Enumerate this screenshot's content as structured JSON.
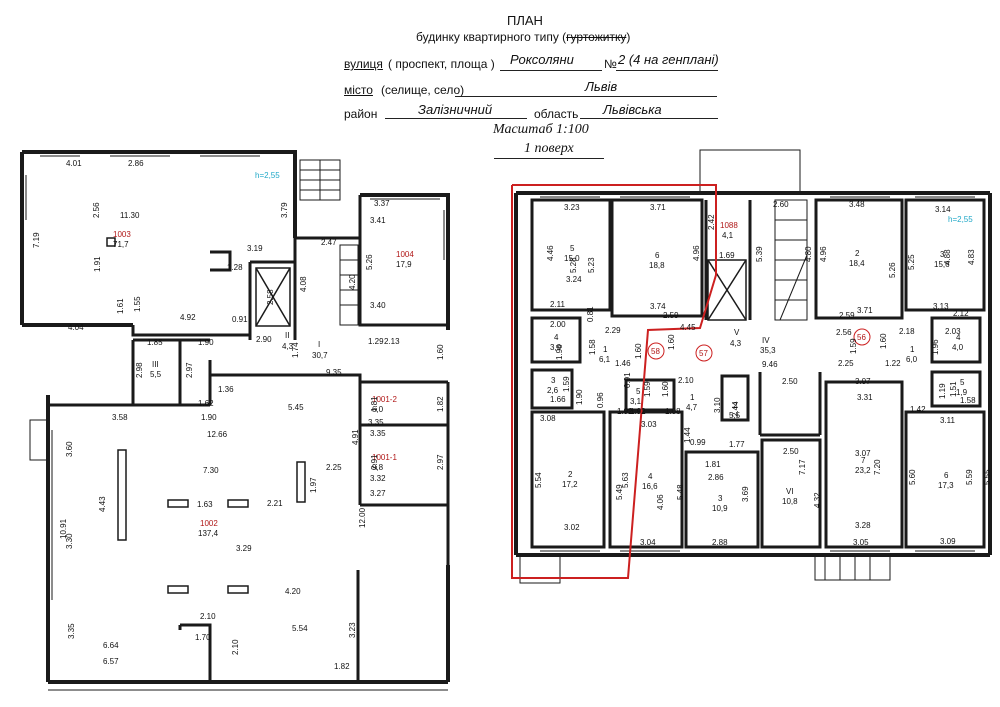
{
  "header": {
    "title": "ПЛАН",
    "subtitle_prefix": "будинку квартирного типу (",
    "subtitle_struck": "гуртожитку",
    "subtitle_suffix": ")",
    "street_label": "вулиця",
    "street_hint": "( проспект, площа )",
    "street_value": "Роксоляни",
    "number_label": "№",
    "number_value": "2 (4 на генплані)",
    "city_label": "місто",
    "city_hint": "(селище, село)",
    "city_value": "Львів",
    "district_label": "район",
    "district_value": "Залізничний",
    "region_label": "область",
    "region_value": "Львівська",
    "scale": "Масштаб 1:100",
    "floor": "1 поверх"
  },
  "left_plan": {
    "rooms": [
      {
        "id": "1003",
        "area": "71,7"
      },
      {
        "id": "1004",
        "area": "17,9"
      },
      {
        "id": "1001-2",
        "area": "6,0"
      },
      {
        "id": "1001-1",
        "area": "9,8"
      },
      {
        "id": "1002",
        "area": "137,4"
      },
      {
        "id": "I",
        "area": "30,7"
      },
      {
        "id": "II",
        "area": "4,3"
      },
      {
        "id": "III",
        "area": "5,5"
      }
    ],
    "height_note": "h=2,55",
    "dims": [
      "4.01",
      "2.86",
      "2.56",
      "11.30",
      "3.79",
      "7.19",
      "1.91",
      "3.19",
      "1.28",
      "1.61",
      "1.55",
      "2.58",
      "4.04",
      "4.92",
      "0.91",
      "2.47",
      "3.37",
      "3.41",
      "5.26",
      "3.40",
      "4.08",
      "4.20",
      "2.90",
      "1.74",
      "1.29",
      "2.13",
      "1.60",
      "1.85",
      "1.90",
      "2.98",
      "2.97",
      "9.35",
      "1.36",
      "1.62",
      "3.58",
      "1.90",
      "1.81",
      "1.82",
      "3.35",
      "5.45",
      "12.66",
      "4.91",
      "3.35",
      "2.91",
      "2.97",
      "3.32",
      "3.27",
      "3.60",
      "7.30",
      "2.25",
      "4.43",
      "1.97",
      "10.91",
      "1.63",
      "2.21",
      "12.00",
      "3.30",
      "3.29",
      "4.20",
      "2.10",
      "1.70",
      "5.54",
      "3.35",
      "6.64",
      "2.10",
      "3.23",
      "6.57",
      "1.82"
    ]
  },
  "right_plan": {
    "rooms": [
      {
        "id": "5",
        "area": "15,0"
      },
      {
        "id": "6",
        "area": "18,8"
      },
      {
        "id": "1088",
        "area": "4,1"
      },
      {
        "id": "2",
        "area": "18,4"
      },
      {
        "id": "3",
        "area": "15,6"
      },
      {
        "id": "4",
        "area": "3,9"
      },
      {
        "id": "1",
        "area": "6,1"
      },
      {
        "id": "V",
        "area": "4,3"
      },
      {
        "id": "IV",
        "area": "35,3"
      },
      {
        "id": "1",
        "area": "6,0"
      },
      {
        "id": "4",
        "area": "4,0"
      },
      {
        "id": "3",
        "area": "2,6"
      },
      {
        "id": "5",
        "area": "3,1"
      },
      {
        "id": "1",
        "area": "4,7"
      },
      {
        "id": "2",
        "area": "5,5"
      },
      {
        "id": "5",
        "area": "1,9"
      },
      {
        "id": "2",
        "area": "17,2"
      },
      {
        "id": "4",
        "area": "16,6"
      },
      {
        "id": "3",
        "area": "10,9"
      },
      {
        "id": "VI",
        "area": "10,8"
      },
      {
        "id": "7",
        "area": "23,2"
      },
      {
        "id": "6",
        "area": "17,3"
      }
    ],
    "apartments": [
      "58",
      "57",
      "56"
    ],
    "height_note": "h=2,55",
    "dims": [
      "3.23",
      "3.71",
      "2.60",
      "3.48",
      "3.14",
      "4.46",
      "3.24",
      "5.28",
      "5.23",
      "4.96",
      "2.42",
      "1.69",
      "5.39",
      "4.80",
      "4.96",
      "5.26",
      "5.25",
      "4.88",
      "4.83",
      "2.11",
      "3.74",
      "2.59",
      "2.59",
      "3.71",
      "3.13",
      "2.12",
      "0.81",
      "2.00",
      "2.29",
      "4.45",
      "2.56",
      "2.18",
      "2.03",
      "1.96",
      "1.58",
      "1.60",
      "1.60",
      "1.59",
      "1.60",
      "1.96",
      "1.46",
      "2.10",
      "9.46",
      "2.25",
      "1.22",
      "3.07",
      "1.59",
      "0.91",
      "1.59",
      "1.60",
      "3.10",
      "2.50",
      "3.31",
      "1.92",
      "1.19",
      "1.51",
      "1.66",
      "1.90",
      "0.96",
      "1.92",
      "1.08",
      "1.42",
      "1.58",
      "3.08",
      "3.03",
      "1.44",
      "2.44",
      "3.11",
      "0.99",
      "1.77",
      "1.81",
      "2.50",
      "5.54",
      "5.63",
      "5.49",
      "5.48",
      "2.86",
      "7.17",
      "7.20",
      "5.60",
      "5.59",
      "5.55",
      "4.06",
      "3.69",
      "4.32",
      "3.07",
      "3.28",
      "3.02",
      "3.04",
      "2.88",
      "3.05",
      "3.09"
    ]
  },
  "colors": {
    "wall": "#1a1a1a",
    "highlight": "#cc2020",
    "annotation": "#20a8c8",
    "room_id": "#b01818"
  }
}
